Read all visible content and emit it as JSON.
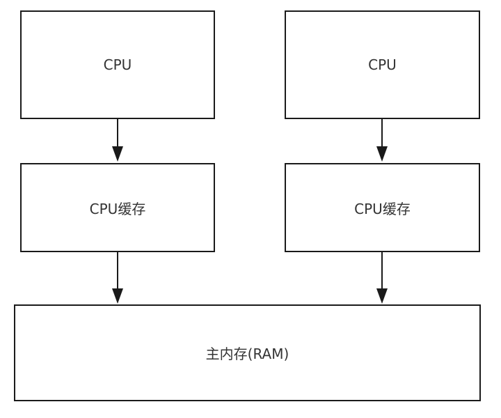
{
  "diagram": {
    "nodes": {
      "cpu_left": "CPU",
      "cpu_right": "CPU",
      "cache_left": "CPU缓存",
      "cache_right": "CPU缓存",
      "ram": "主内存(RAM)"
    },
    "edges": [
      {
        "from": "cpu_left",
        "to": "cache_left"
      },
      {
        "from": "cpu_right",
        "to": "cache_right"
      },
      {
        "from": "cache_left",
        "to": "ram"
      },
      {
        "from": "cache_right",
        "to": "ram"
      }
    ],
    "colors": {
      "stroke": "#1a1a1a",
      "text": "#333333",
      "background": "#ffffff"
    }
  }
}
